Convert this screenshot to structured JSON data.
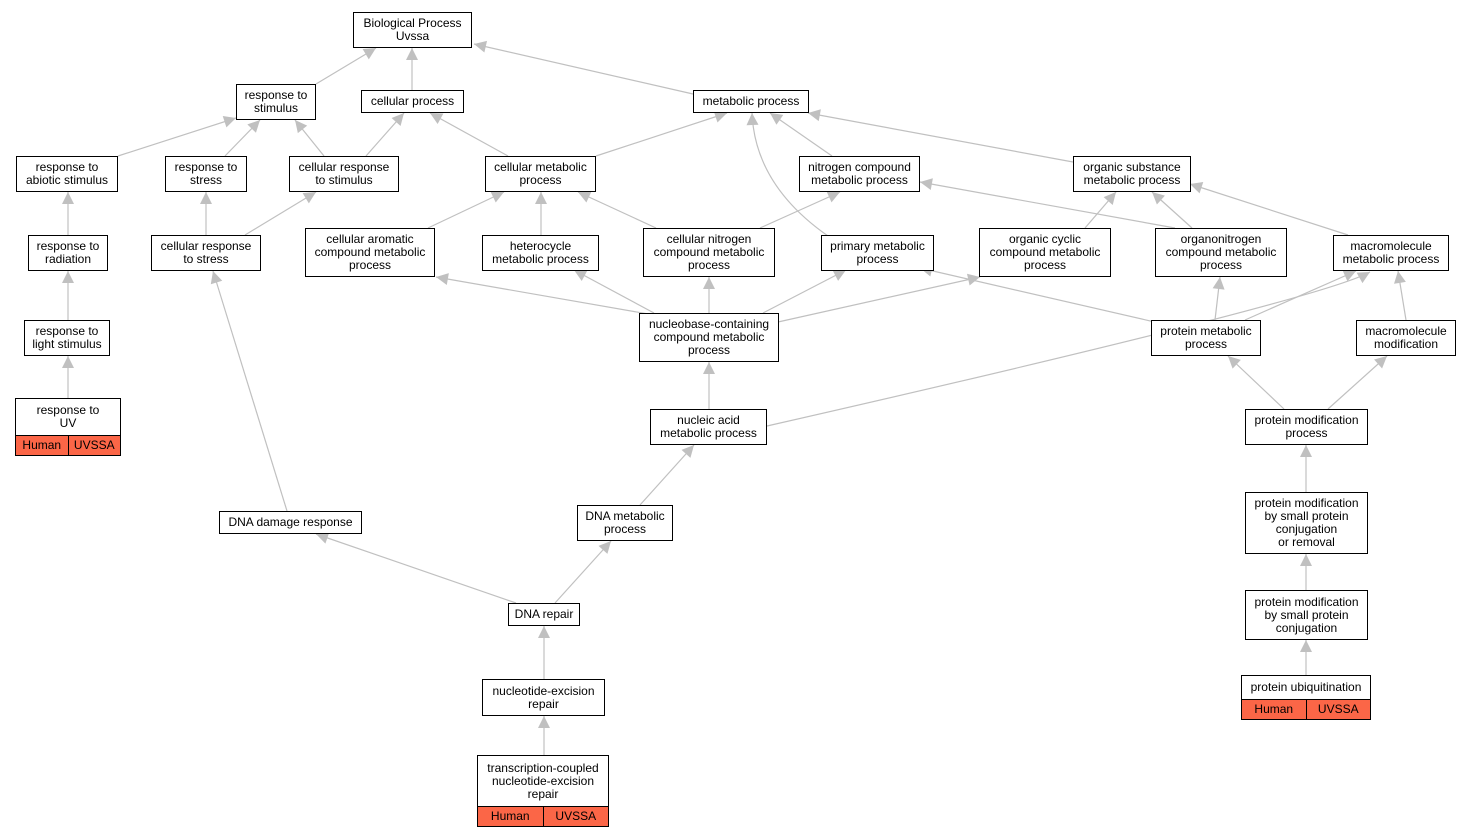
{
  "colors": {
    "edge": "#c0c0c0",
    "annotation": "#fb6647",
    "border": "#000000"
  },
  "nodes": {
    "bp_root": "Biological Process\nUvssa",
    "resp_stim": "response to\nstimulus",
    "cell_proc": "cellular process",
    "metab_proc": "metabolic process",
    "resp_abiotic": "response to\nabiotic stimulus",
    "resp_stress": "response to\nstress",
    "cell_resp_stim": "cellular response\nto stimulus",
    "cell_metab": "cellular metabolic\nprocess",
    "nitro_metab": "nitrogen compound\nmetabolic process",
    "org_subst": "organic substance\nmetabolic process",
    "resp_rad": "response to\nradiation",
    "cell_resp_stress": "cellular response\nto stress",
    "cell_arom": "cellular aromatic\ncompound metabolic\nprocess",
    "hetero": "heterocycle\nmetabolic process",
    "cell_nitro": "cellular nitrogen\ncompound metabolic\nprocess",
    "primary": "primary metabolic\nprocess",
    "org_cyclic": "organic cyclic\ncompound metabolic\nprocess",
    "organonitro": "organonitrogen\ncompound metabolic\nprocess",
    "macro_metab": "macromolecule\nmetabolic process",
    "resp_light": "response to\nlight stimulus",
    "nucleobase": "nucleobase-containing\ncompound metabolic\nprocess",
    "prot_metab": "protein metabolic\nprocess",
    "macro_mod": "macromolecule\nmodification",
    "resp_uv": "response to\nUV",
    "nucleic": "nucleic acid\nmetabolic process",
    "prot_mod": "protein modification\nprocess",
    "dna_damage": "DNA damage response",
    "dna_metab": "DNA metabolic\nprocess",
    "prot_mod_small_rem": "protein modification\nby small protein\nconjugation\nor removal",
    "dna_repair": "DNA repair",
    "prot_mod_small": "protein modification\nby small protein\nconjugation",
    "ner": "nucleotide-excision\nrepair",
    "prot_ubiq": "protein ubiquitination",
    "tc_ner": "transcription-coupled\nnucleotide-excision\nrepair"
  },
  "annotations": {
    "resp_uv": [
      "Human",
      "UVSSA"
    ],
    "prot_ubiq": [
      "Human",
      "UVSSA"
    ],
    "tc_ner": [
      "Human",
      "UVSSA"
    ]
  }
}
